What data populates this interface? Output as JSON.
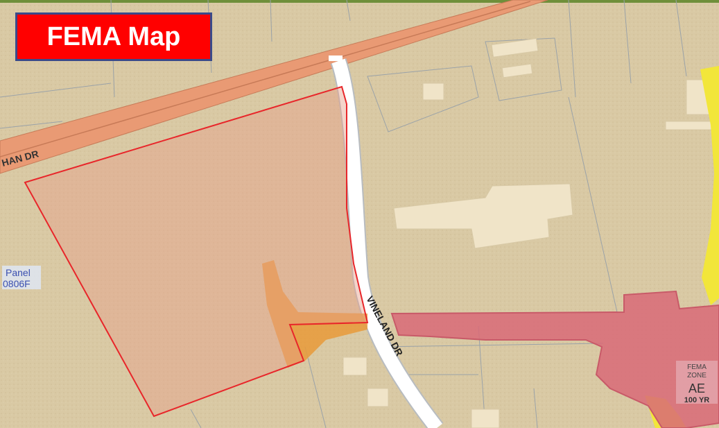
{
  "title": "FEMA Map",
  "roads": {
    "main": "HAN DR",
    "side": "VINELAND DR"
  },
  "panel": {
    "label": "Panel",
    "number": "0806F"
  },
  "zone": {
    "line1": "FEMA",
    "line2": "ZONE",
    "code": "AE",
    "period": "100 YR"
  },
  "colors": {
    "terrain": "#d9c9a4",
    "highway": "#e99a74",
    "parcel_outline": "#e8262a",
    "flood_zone": "#d86a78",
    "floodway": "#e89a3a",
    "flood_500yr": "#f2e63a",
    "title_bg": "#ff0000"
  }
}
